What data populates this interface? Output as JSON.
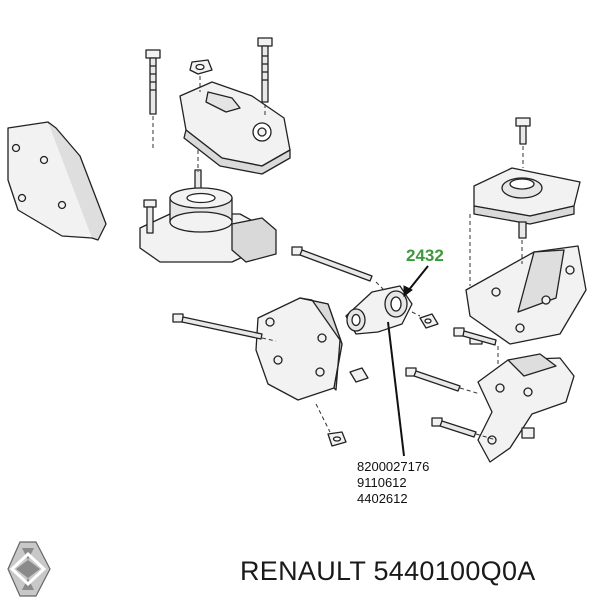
{
  "diagram": {
    "callout_number": "2432",
    "part_numbers": [
      "8200027176",
      "9110612",
      "4402612"
    ],
    "brand": "RENAULT",
    "part_code": "5440100Q0A",
    "callout_color": "#3a9a3a",
    "logo_icon": "renault-diamond-logo"
  }
}
